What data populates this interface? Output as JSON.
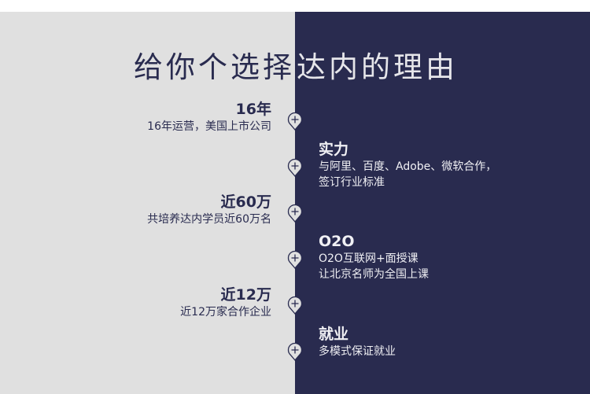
{
  "title": {
    "dark": "给你个选择",
    "light": "达内的理由"
  },
  "left_items": [
    {
      "heading": "16年",
      "desc": "16年运营，美国上市公司"
    },
    {
      "heading": "近60万",
      "desc": "共培养达内学员近60万名"
    },
    {
      "heading": "近12万",
      "desc": "近12万家合作企业"
    }
  ],
  "right_items": [
    {
      "heading": "实力",
      "desc": [
        "与阿里、百度、Adobe、微软合作，",
        "签订行业标准"
      ]
    },
    {
      "heading": "O2O",
      "desc": [
        "O2O互联网+面授课",
        "让北京名师为全国上课"
      ]
    },
    {
      "heading": "就业",
      "desc": [
        "多模式保证就业"
      ]
    }
  ],
  "colors": {
    "navy": "#292b4f",
    "grey": "#e0e0e0"
  }
}
